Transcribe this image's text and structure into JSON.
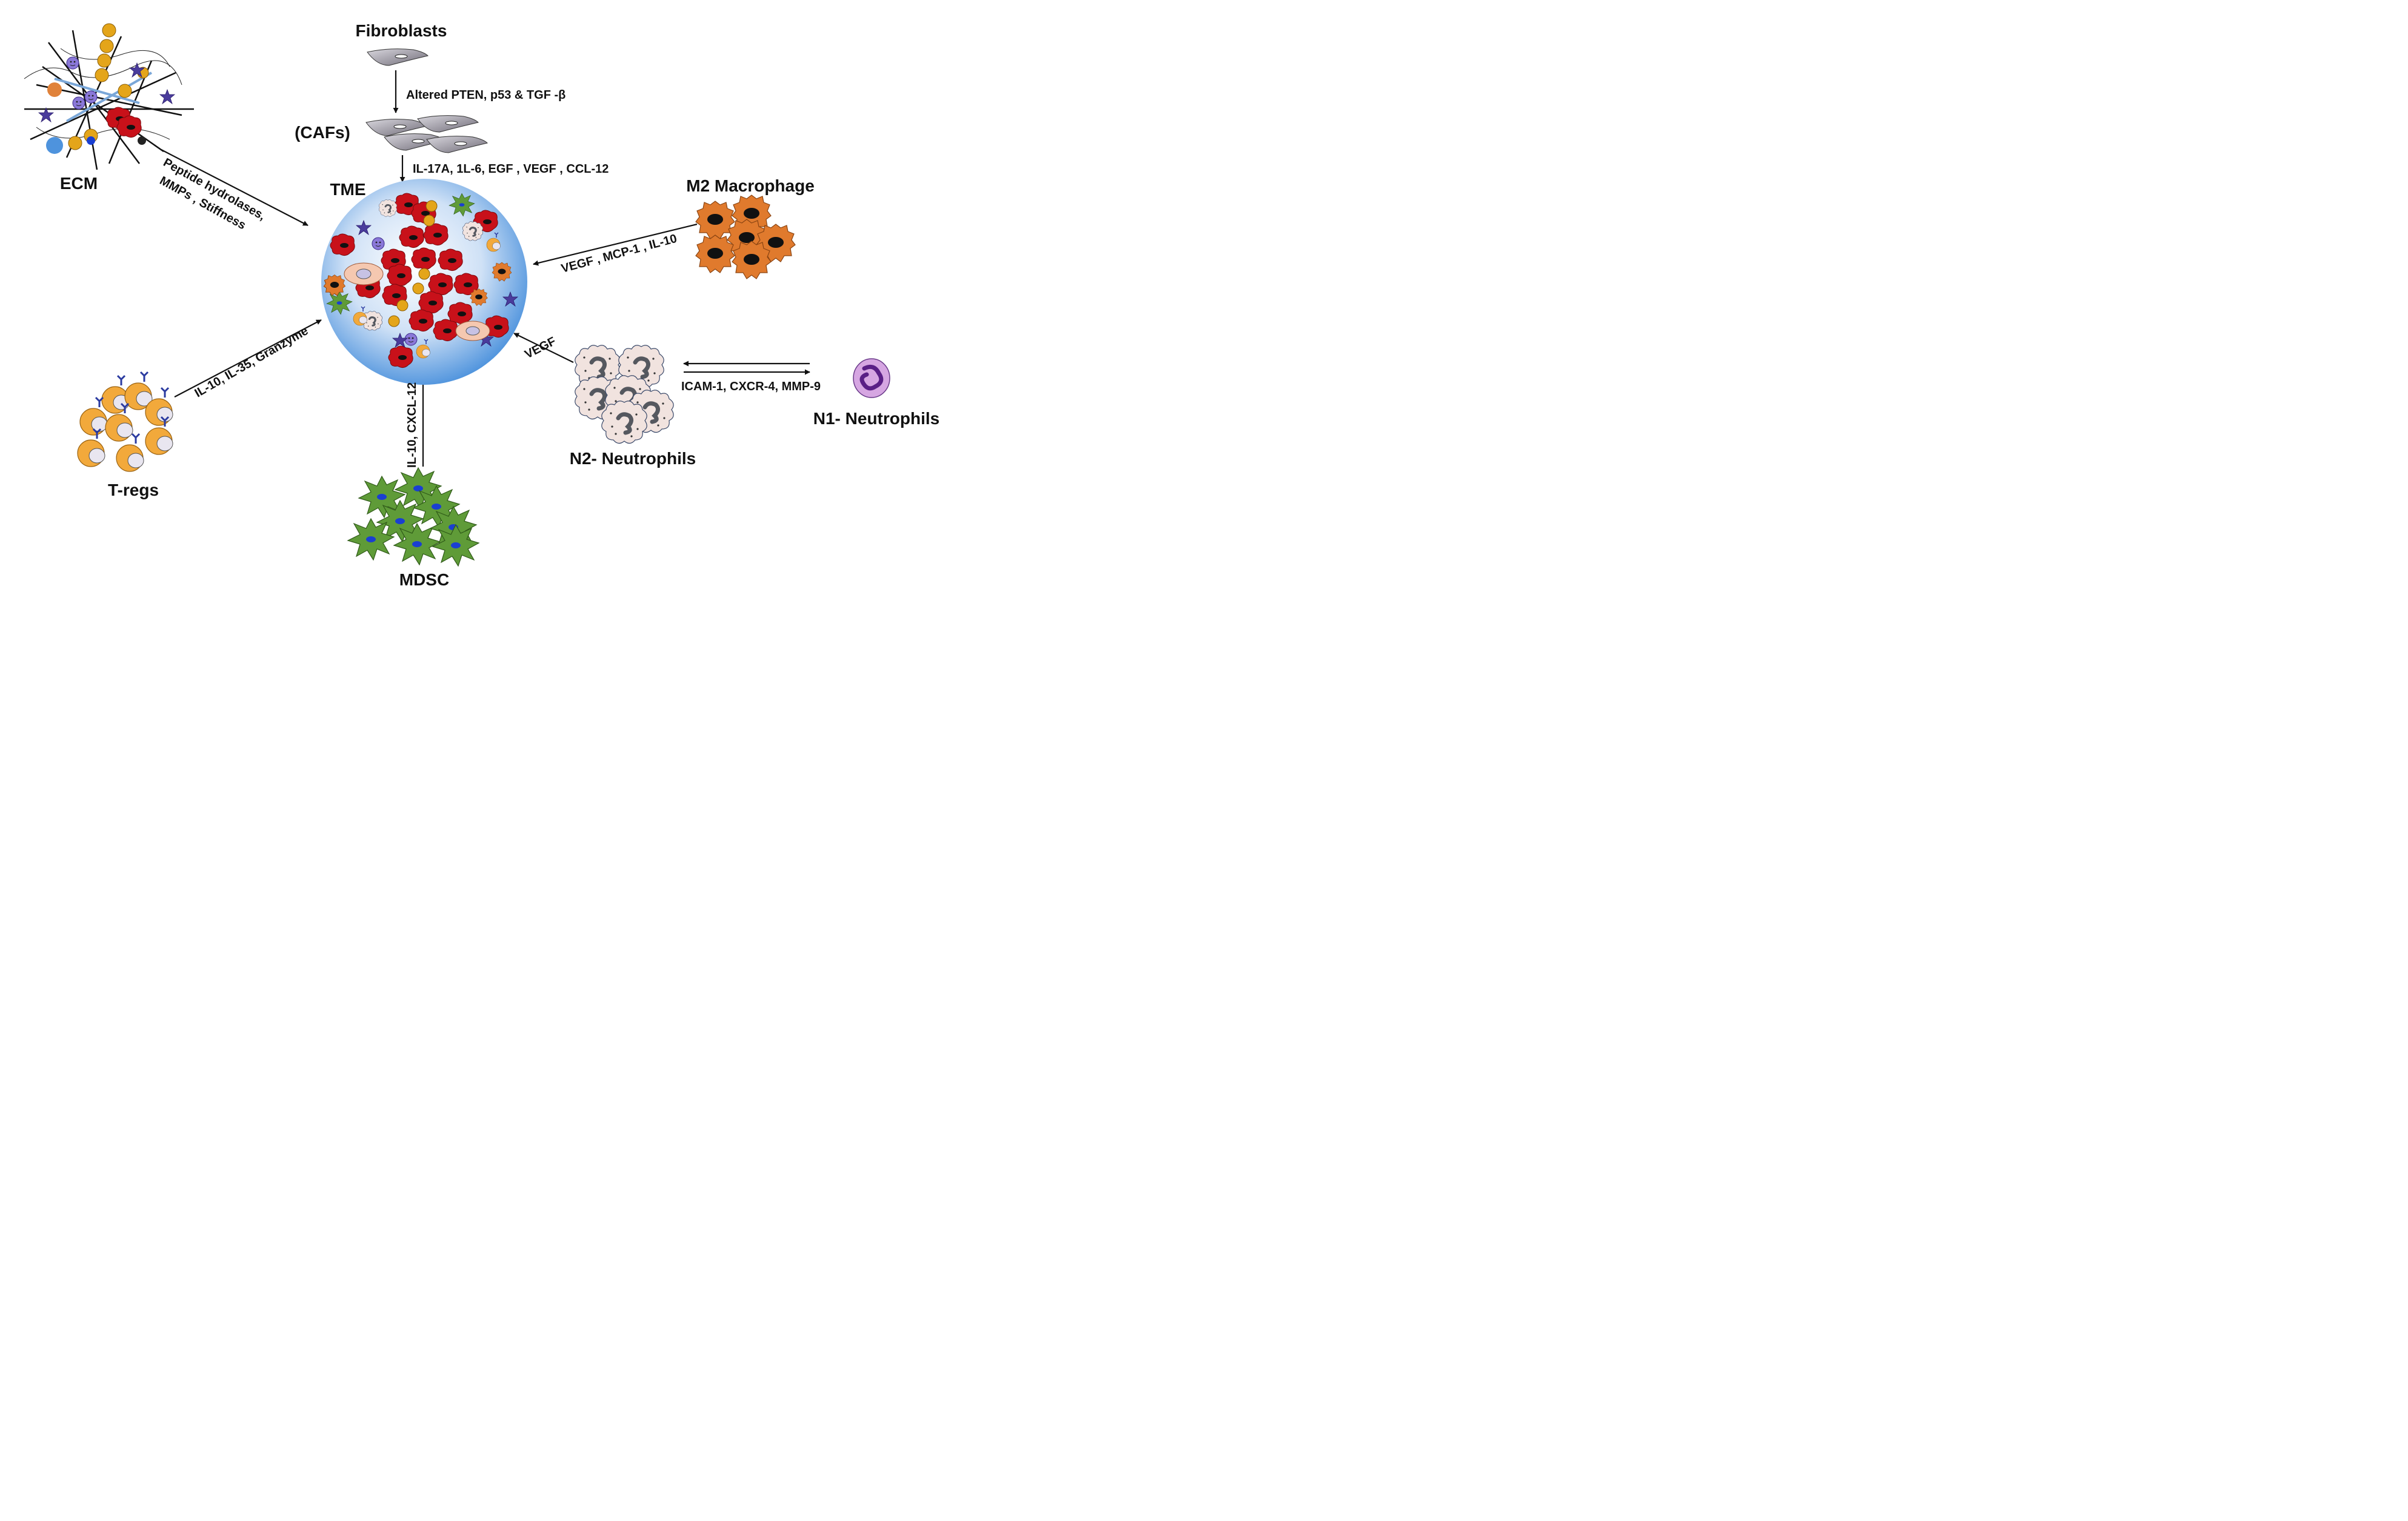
{
  "nodes": {
    "fibroblasts": "Fibroblasts",
    "cafs": "(CAFs)",
    "tme": "TME",
    "ecm": "ECM",
    "m2": "M2 Macrophage",
    "tregs": "T-regs",
    "mdsc": "MDSC",
    "n2": "N2- Neutrophils",
    "n1": "N1- Neutrophils"
  },
  "edges": {
    "fib_to_caf": "Altered PTEN, p53 & TGF -β",
    "caf_to_tme": "IL-17A, 1L-6, EGF , VEGF , CCL-12",
    "ecm_to_tme_1": "Peptide hydrolases,",
    "ecm_to_tme_2": "MMPs , Stiffness",
    "m2_to_tme": "VEGF , MCP-1 , IL-10",
    "tregs_to_tme": "IL-10, IL-35, Granzyme",
    "mdsc_to_tme": "IL-10, CXCL-12",
    "n2_to_tme": "VEGF",
    "n1_n2": "ICAM-1, CXCR-4, MMP-9"
  },
  "colors": {
    "tme_center": "#ffffff",
    "tme_edge": "#4e93dd",
    "cancer_cell": "#c8111a",
    "macrophage": "#e07a2d",
    "mdsc_cell": "#5f9b38",
    "treg_cell": "#f2a93b",
    "neutrophil_fill": "#f1e3df",
    "n1_neutrophil": "#d6a6e2",
    "fibroblast": "#8e8a96"
  },
  "icons": {
    "fibroblast": "spindle-cell-icon",
    "cafs": "spindle-cell-cluster-icon",
    "ecm": "ecm-fiber-network-icon",
    "m2": "macrophage-cluster-icon",
    "tregs": "treg-cluster-icon",
    "mdsc": "mdsc-cluster-icon",
    "n2": "neutrophil-cluster-icon",
    "n1": "neutrophil-icon"
  }
}
